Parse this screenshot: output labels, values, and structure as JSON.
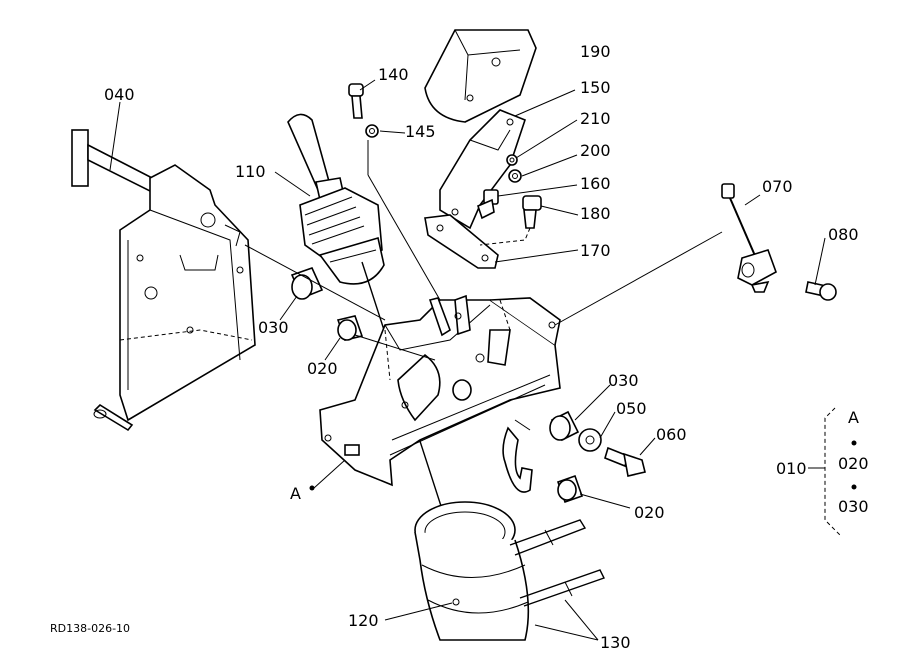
{
  "drawing_code": "RD138-026-10",
  "callouts": {
    "c040": "040",
    "c140": "140",
    "c145": "145",
    "c190": "190",
    "c150": "150",
    "c210": "210",
    "c200": "200",
    "c160": "160",
    "c180": "180",
    "c170": "170",
    "c110": "110",
    "c070": "070",
    "c080": "080",
    "c030a": "030",
    "c020a": "020",
    "c030b": "030",
    "c050": "050",
    "c060": "060",
    "c020b": "020",
    "c120": "120",
    "c130": "130",
    "cA": "A"
  },
  "kit": {
    "parent": "010",
    "items": [
      "A",
      "020",
      "030"
    ]
  }
}
